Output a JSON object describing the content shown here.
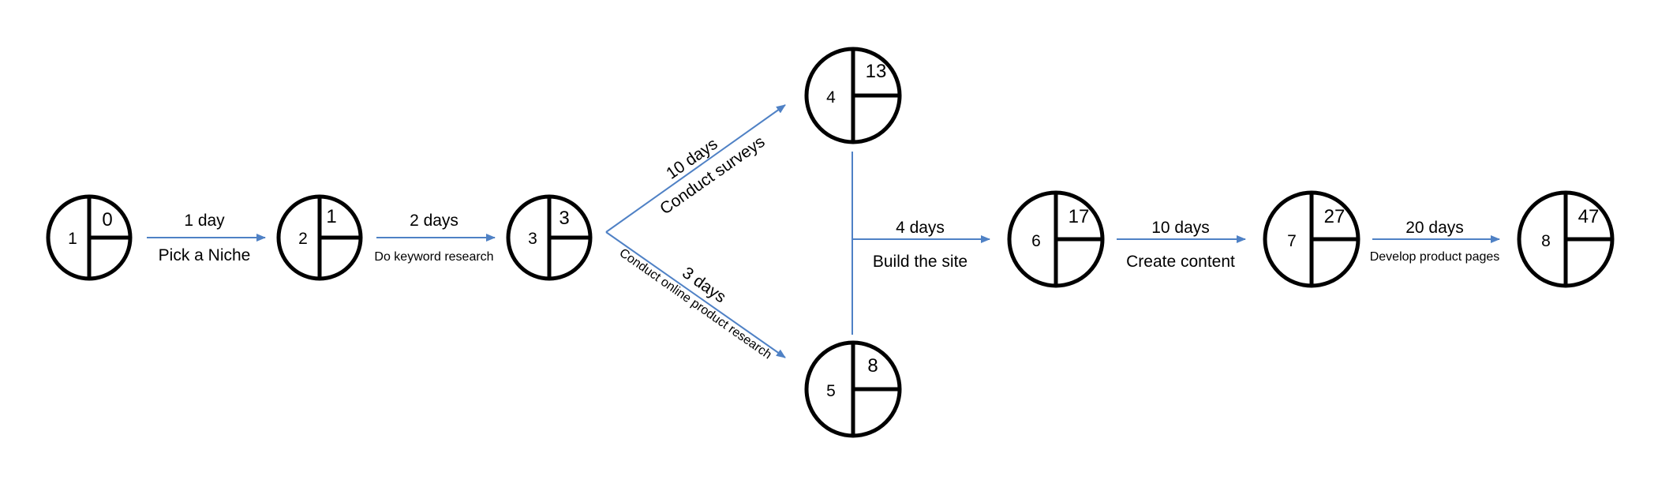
{
  "nodes": [
    {
      "id": "1",
      "early_start": "0"
    },
    {
      "id": "2",
      "early_start": "1"
    },
    {
      "id": "3",
      "early_start": "3"
    },
    {
      "id": "4",
      "early_start": "13"
    },
    {
      "id": "5",
      "early_start": "8"
    },
    {
      "id": "6",
      "early_start": "17"
    },
    {
      "id": "7",
      "early_start": "27"
    },
    {
      "id": "8",
      "early_start": "47"
    }
  ],
  "activities": [
    {
      "from": "1",
      "to": "2",
      "duration": "1 day",
      "name": "Pick a Niche"
    },
    {
      "from": "2",
      "to": "3",
      "duration": "2 days",
      "name": "Do keyword research"
    },
    {
      "from": "3",
      "to": "4",
      "duration": "10 days",
      "name": "Conduct surveys"
    },
    {
      "from": "3",
      "to": "5",
      "duration": "3 days",
      "name": "Conduct online product research"
    },
    {
      "from": "4/5",
      "to": "6",
      "duration": "4 days",
      "name": "Build the site"
    },
    {
      "from": "6",
      "to": "7",
      "duration": "10 days",
      "name": "Create content"
    },
    {
      "from": "7",
      "to": "8",
      "duration": "20 days",
      "name": "Develop product pages"
    }
  ],
  "colors": {
    "arrow": "#4f81c5",
    "node_outline": "#000000"
  }
}
